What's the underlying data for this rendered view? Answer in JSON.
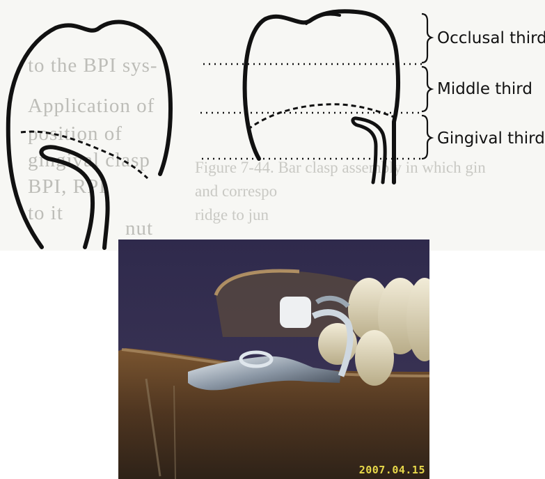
{
  "figure": {
    "labels": {
      "occlusal": "Occlusal third",
      "middle": "Middle third",
      "gingival": "Gingival third"
    },
    "background_text": {
      "lines": [
        "to the BPI sys-",
        "Application of",
        "position of",
        "gingival clasp",
        "BPI, RPI",
        "to it",
        "nut"
      ],
      "caption_lines": [
        "Figure 7-44. Bar clasp assembly in which gin",
        "and correspo",
        "ridge to jun"
      ]
    },
    "colors": {
      "ink": "#111111",
      "paper": "#f7f7f4",
      "ghost_text": "#bdbdb8"
    }
  },
  "photo": {
    "date_stamp": "2007.04.15",
    "stamp_color": "#e8d84a"
  }
}
